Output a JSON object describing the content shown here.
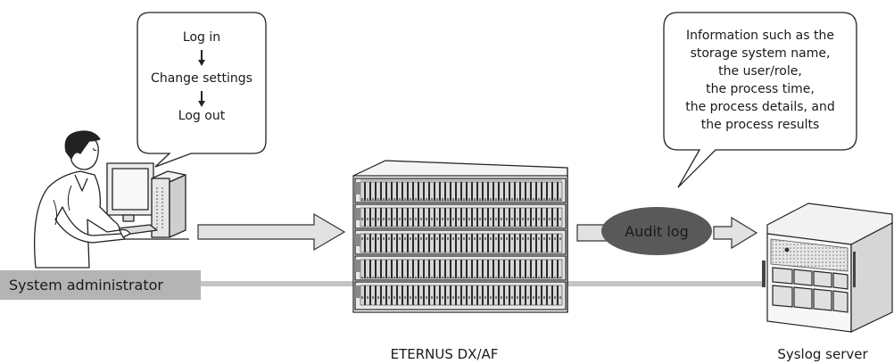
{
  "diagram": {
    "admin_bubble": {
      "step1": "Log in",
      "step2": "Change settings",
      "step3": "Log out"
    },
    "admin_label": "System administrator",
    "storage_label": "ETERNUS DX/AF",
    "audit_log_label": "Audit log",
    "info_bubble": {
      "line1": "Information such as the",
      "line2": "storage system name,",
      "line3": "the user/role,",
      "line4": "the process time,",
      "line5": "the process details, and",
      "line6": "the process results"
    },
    "syslog_label": "Syslog server"
  }
}
